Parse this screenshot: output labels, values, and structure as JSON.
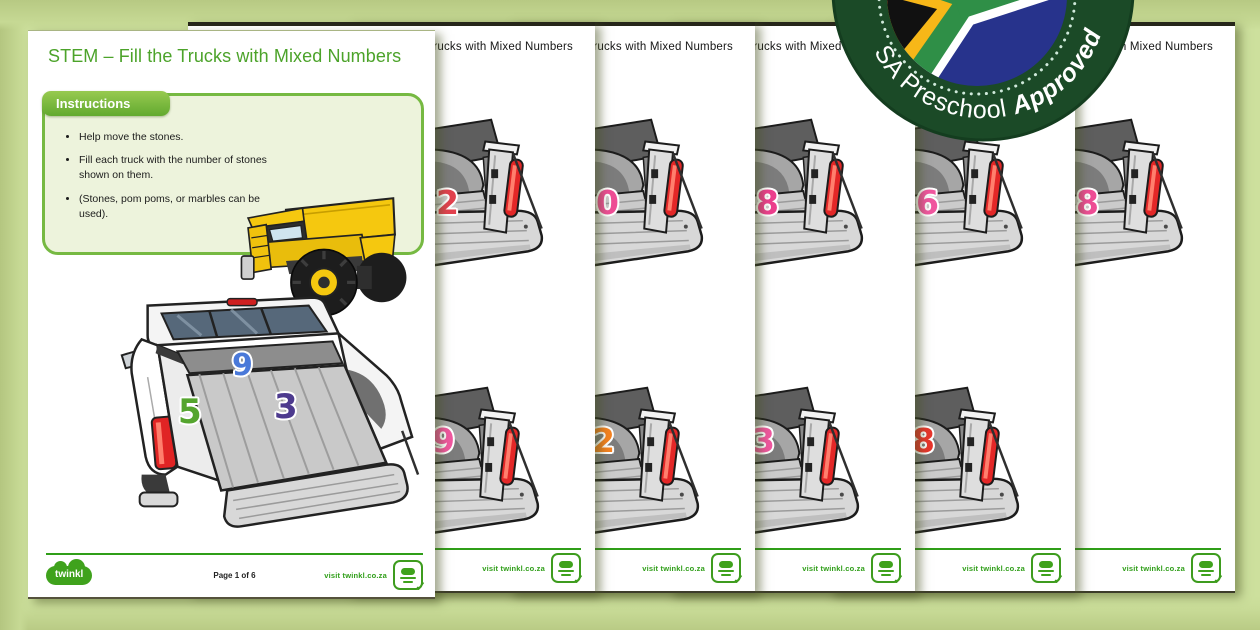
{
  "shared": {
    "title": "STEM – Fill the Trucks with Mixed Numbers",
    "visit_label": "visit twinkl.co.za",
    "brand": "twinkl",
    "colors": {
      "background": "#cde09d",
      "twinkl_green": "#3fa21c",
      "title_green": "#4ca32a",
      "footer_line_green": "#2f9e18",
      "badge_green": "#1b4a27"
    }
  },
  "badge": {
    "text": "SA Preschool",
    "text_bold": "Approved"
  },
  "page1": {
    "instructions_header": "Instructions",
    "bullets": [
      "Help move the stones.",
      "Fill each truck with the number of stones shown on them.",
      "(Stones, pom poms, or marbles can be used)."
    ],
    "bed_numbers": [
      {
        "value": "9",
        "color": "#4a79d9"
      },
      {
        "value": "5",
        "color": "#55a52f"
      },
      {
        "value": "3",
        "color": "#4d3a8e"
      }
    ],
    "page_label": "Page 1 of 6"
  },
  "stack_pages": [
    {
      "name": "page-2",
      "top_number": {
        "value": "2",
        "color": "#e2414e"
      },
      "bottom_number": {
        "value": "9",
        "color": "#f0579f"
      }
    },
    {
      "name": "page-3",
      "top_number": {
        "value": "0",
        "color": "#ee4d95"
      },
      "bottom_number": {
        "value": "2",
        "color": "#f58220"
      }
    },
    {
      "name": "page-4",
      "top_number": {
        "value": "8",
        "color": "#ec3f8d"
      },
      "bottom_number": {
        "value": "3",
        "color": "#f0579f"
      }
    },
    {
      "name": "page-5",
      "top_number": {
        "value": "6",
        "color": "#f0579f"
      },
      "bottom_number": {
        "value": "8",
        "color": "#e8352c"
      }
    },
    {
      "name": "page-6",
      "top_number": {
        "value": "8",
        "color": "#ee4d95"
      }
    }
  ]
}
